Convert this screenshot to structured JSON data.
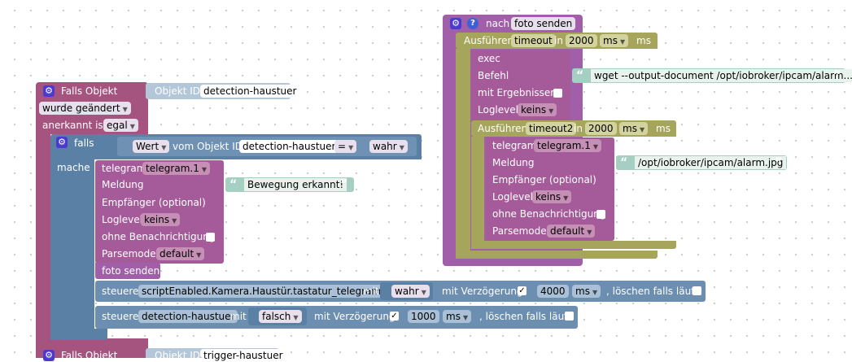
{
  "block1": {
    "header": "Falls Objekt",
    "object_label": "Objekt ID",
    "object_id": "detection-haustuer",
    "changed": "wurde geändert",
    "ack_label": "anerkannt ist",
    "ack_value": "egal",
    "if_label": "falls",
    "value_dd": "Wert",
    "from_object_label": "vom Objekt ID",
    "from_object_id": "detection-haustuer",
    "operator": "=",
    "compare_value": "wahr",
    "do_label": "mache",
    "telegram": {
      "label": "telegram",
      "instance": "telegram.1",
      "message_label": "Meldung",
      "message": "Bewegung erkannt!",
      "recipient_label": "Empfänger (optional)",
      "loglevel_label": "Loglevel",
      "loglevel": "keins",
      "silent_label": "ohne Benachrichtigung",
      "parsemode_label": "Parsemode",
      "parsemode": "default"
    },
    "send_photo": "foto senden",
    "control1": {
      "label": "steuere",
      "target": "scriptEnabled.Kamera.Haustür.tastatur_telegram",
      "with": "mit",
      "value": "wahr",
      "delay_label": "mit Verzögerung",
      "delay_checked": "✓",
      "delay": "4000",
      "unit": "ms",
      "clear_label": ", löschen falls läuft"
    },
    "control2": {
      "label": "steuere",
      "target": "detection-haustuer",
      "with": "mit",
      "value": "falsch",
      "delay_label": "mit Verzögerung",
      "delay_checked": "✓",
      "delay": "1000",
      "unit": "ms",
      "clear_label": ", löschen falls läuft"
    }
  },
  "block2": {
    "header": "Falls Objekt",
    "object_label": "Objekt ID",
    "object_id": "trigger-haustuer"
  },
  "func": {
    "after_label": "nach",
    "name": "foto senden",
    "timeout1": {
      "label": "Ausführen",
      "name": "timeout",
      "in": "in",
      "value": "2000",
      "unit": "ms",
      "unit2": "ms"
    },
    "exec": {
      "label": "exec",
      "command_label": "Befehl",
      "command": "wget --output-document /opt/iobroker/ipcam/alarm...",
      "results_label": "mit Ergebnissen",
      "loglevel_label": "Loglevel",
      "loglevel": "keins"
    },
    "timeout2": {
      "label": "Ausführen",
      "name": "timeout2",
      "in": "in",
      "value": "2000",
      "unit": "ms",
      "unit2": "ms"
    },
    "telegram": {
      "label": "telegram",
      "instance": "telegram.1",
      "message_label": "Meldung",
      "message": "/opt/iobroker/ipcam/alarm.jpg",
      "recipient_label": "Empfänger (optional)",
      "loglevel_label": "Loglevel",
      "loglevel": "keins",
      "silent_label": "ohne Benachrichtigung",
      "parsemode_label": "Parsemode",
      "parsemode": "default"
    }
  },
  "icons": {
    "gear": "gear-icon",
    "help": "help-icon",
    "dropdown": "chevron-down-icon",
    "quote_open": "“",
    "quote_close": "”",
    "check": "check-icon"
  },
  "colors": {
    "trigger": "#a5537f",
    "logic": "#5b80a5",
    "telegram": "#a55b9a",
    "timeout": "#a5a55b",
    "function": "#a05fa8",
    "string": "#a5cfc3"
  }
}
